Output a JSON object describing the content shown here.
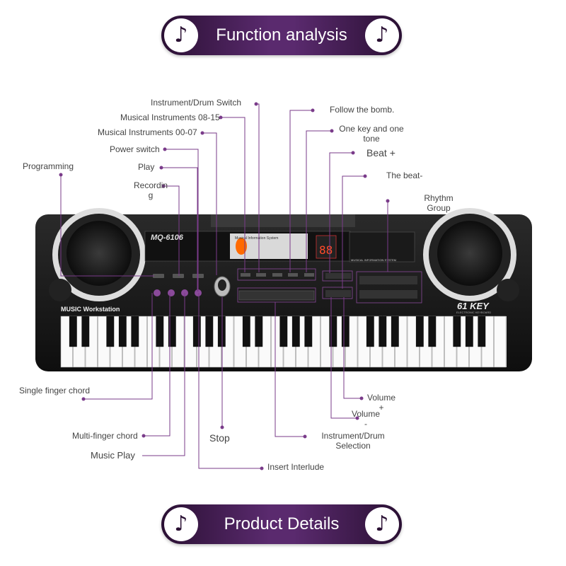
{
  "top_banner": {
    "title": "Function analysis"
  },
  "bottom_banner": {
    "title": "Product Details"
  },
  "callouts": {
    "instrument_drum_switch": "Instrument/Drum Switch",
    "musical_instruments_08_15": "Musical Instruments 08-15",
    "musical_instruments_00_07": "Musical Instruments 00-07",
    "power_switch": "Power switch",
    "play": "Play",
    "recording": "Recordin\ng",
    "programming": "Programming",
    "follow_the_bomb": "Follow the bomb.",
    "one_key_one_tone": "One key and one tone",
    "beat_plus": "Beat +",
    "the_beat_minus": "The beat-",
    "rhythm_group": "Rhythm Group",
    "single_finger_chord": "Single finger chord",
    "multi_finger_chord": "Multi-finger chord",
    "music_play": "Music Play",
    "stop": "Stop",
    "insert_interlude": "Insert Interlude",
    "instrument_drum_selection": "Instrument/Drum Selection",
    "volume_plus": "Volume\n+",
    "volume_minus": "Volume\n-"
  },
  "keyboard": {
    "model": "MQ-6106",
    "brand": "MUSIC Workstation",
    "keys_label": "61 KEY",
    "keys_sub": "ELECTRONIC KEYBOARD",
    "info_system": "Musical Information System",
    "info_system_2": "MUSICAL INFORMATION SYSTEM",
    "display": "88",
    "white_keys": 36
  },
  "colors": {
    "banner_dark": "#2a1033",
    "banner_mid": "#5a2a6e",
    "line_purple": "#7a3b8a",
    "body_black": "#1a1a1a"
  }
}
